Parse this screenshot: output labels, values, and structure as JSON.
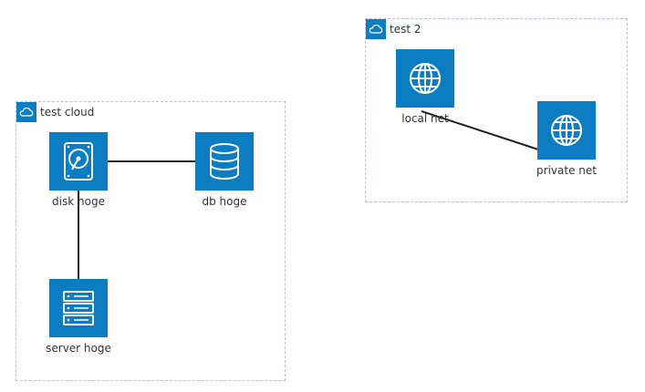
{
  "colors": {
    "node_fill": "#0d7dc2",
    "group_border": "#b9bde6",
    "edge": "#222222",
    "label": "#333333"
  },
  "groups": [
    {
      "id": "test-cloud",
      "label": "test cloud",
      "icon": "cloud-icon"
    },
    {
      "id": "test-2",
      "label": "test 2",
      "icon": "cloud-icon"
    }
  ],
  "nodes": [
    {
      "id": "disk",
      "label": "disk hoge",
      "icon": "hard-disk-icon",
      "group": "test cloud"
    },
    {
      "id": "db",
      "label": "db hoge",
      "icon": "database-icon",
      "group": "test cloud"
    },
    {
      "id": "server",
      "label": "server hoge",
      "icon": "server-rack-icon",
      "group": "test cloud"
    },
    {
      "id": "local",
      "label": "local net",
      "icon": "globe-icon",
      "group": "test 2"
    },
    {
      "id": "private",
      "label": "private net",
      "icon": "globe-icon",
      "group": "test 2"
    }
  ],
  "edges": [
    {
      "from": "disk hoge",
      "to": "db hoge"
    },
    {
      "from": "disk hoge",
      "to": "server hoge"
    },
    {
      "from": "local net",
      "to": "private net"
    }
  ]
}
